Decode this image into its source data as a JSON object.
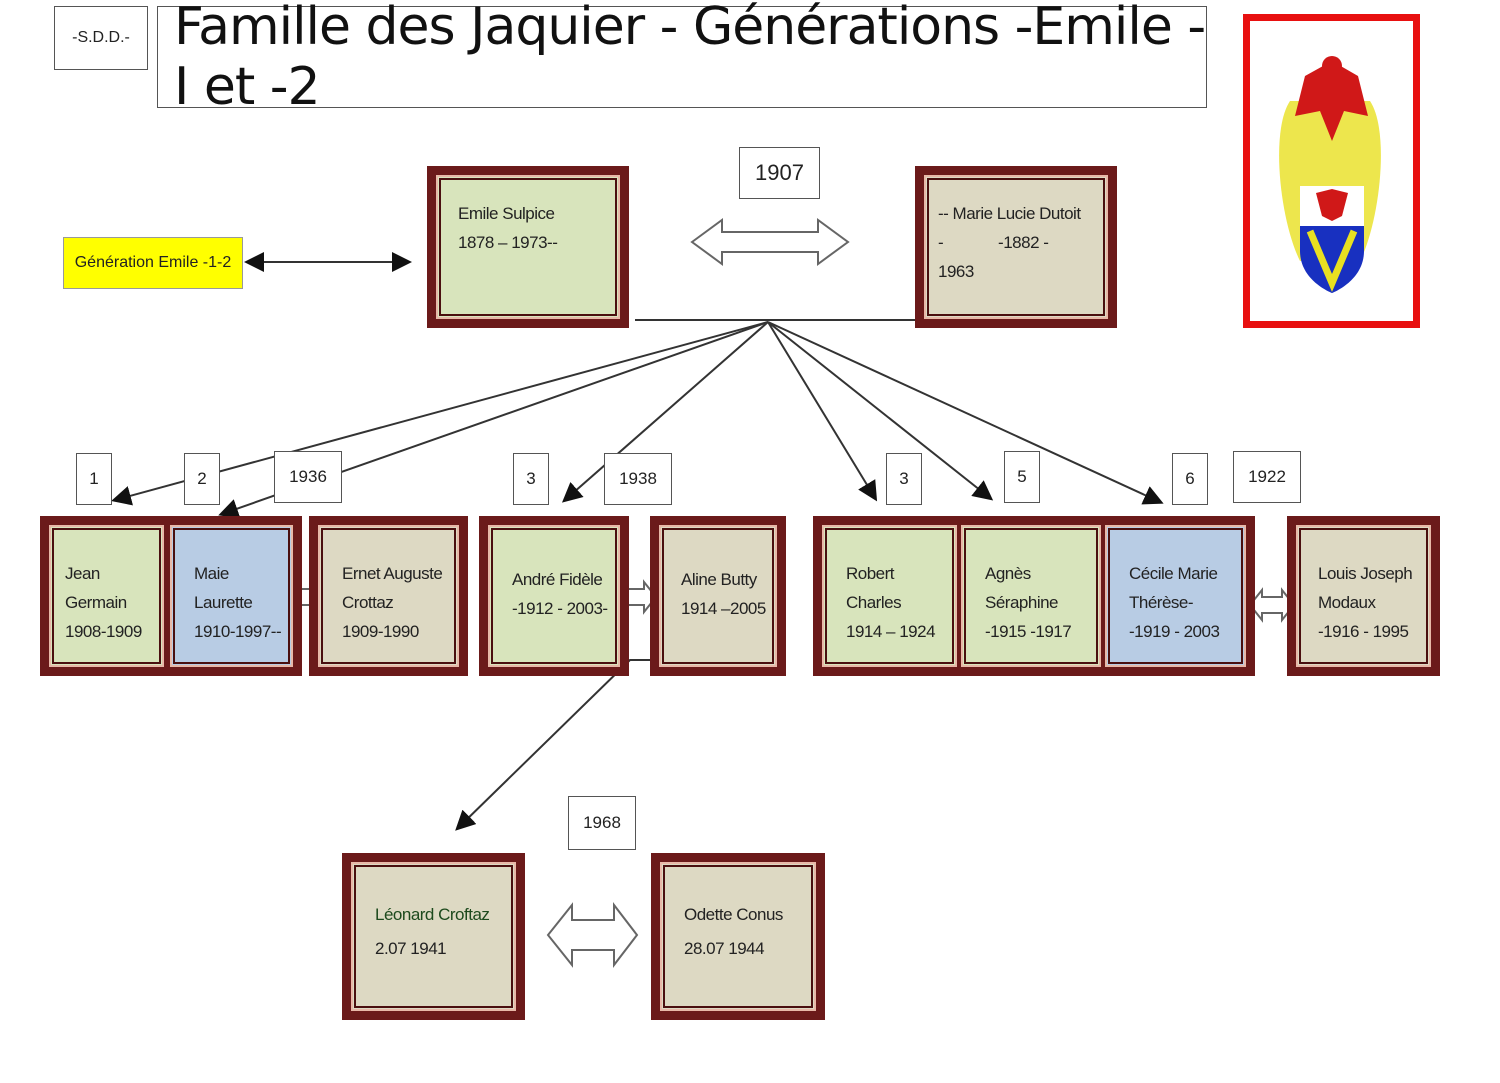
{
  "header": {
    "code": "-S.D.D.-",
    "title": "Famille des Jaquier - Générations -Emile  - I et -2"
  },
  "generation_label": "Génération Emile -1-2",
  "parents": {
    "father": {
      "lines": [
        "Emile Sulpice",
        "1878 – 1973--"
      ]
    },
    "marriage_year": "1907",
    "mother": {
      "lines": [
        "-- Marie Lucie Dutoit",
        "-             -1882 -",
        "1963"
      ]
    }
  },
  "children_tags": {
    "t1": "1",
    "t2": "2",
    "y1936": "1936",
    "t3a": "3",
    "y1938": "1938",
    "t3b": "3",
    "t5": "5",
    "t6": "6",
    "y1922": "1922"
  },
  "children": [
    {
      "lines": [
        "Jean",
        "Germain",
        "1908-1909"
      ],
      "color": "#d8e4bc"
    },
    {
      "lines": [
        "Maie",
        "Laurette",
        "1910-1997--"
      ],
      "color": "#b8cce4"
    },
    {
      "lines": [
        "Ernet Auguste",
        "Crottaz",
        "1909-1990"
      ],
      "color": "#ddd9c3"
    },
    {
      "lines": [
        "André Fidèle",
        "-1912 - 2003-"
      ],
      "color": "#d8e4bc"
    },
    {
      "lines": [
        "Aline Butty",
        "1914 –2005"
      ],
      "color": "#ddd9c3"
    },
    {
      "lines": [
        "Robert",
        "Charles",
        "1914 – 1924"
      ],
      "color": "#d8e4bc"
    },
    {
      "lines": [
        "Agnès",
        "Séraphine",
        "-1915 -1917"
      ],
      "color": "#d8e4bc"
    },
    {
      "lines": [
        "Cécile Marie",
        "Thérèse-",
        "-1919 - 2003"
      ],
      "color": "#b8cce4"
    },
    {
      "lines": [
        "Louis Joseph",
        "Modaux",
        "-1916 - 1995"
      ],
      "color": "#ddd9c3"
    }
  ],
  "grandchildren": {
    "marriage_year": "1968",
    "leonard": {
      "lines": [
        "Léonard Croftaz",
        "",
        "2.07 1941"
      ]
    },
    "odette": {
      "lines": [
        "Odette Conus",
        "",
        "28.07 1944"
      ]
    }
  },
  "colors": {
    "frame": "#6b1a1a",
    "green": "#d8e4bc",
    "blue": "#b8cce4",
    "beige": "#ddd9c3",
    "arms_border": "#e81010"
  }
}
